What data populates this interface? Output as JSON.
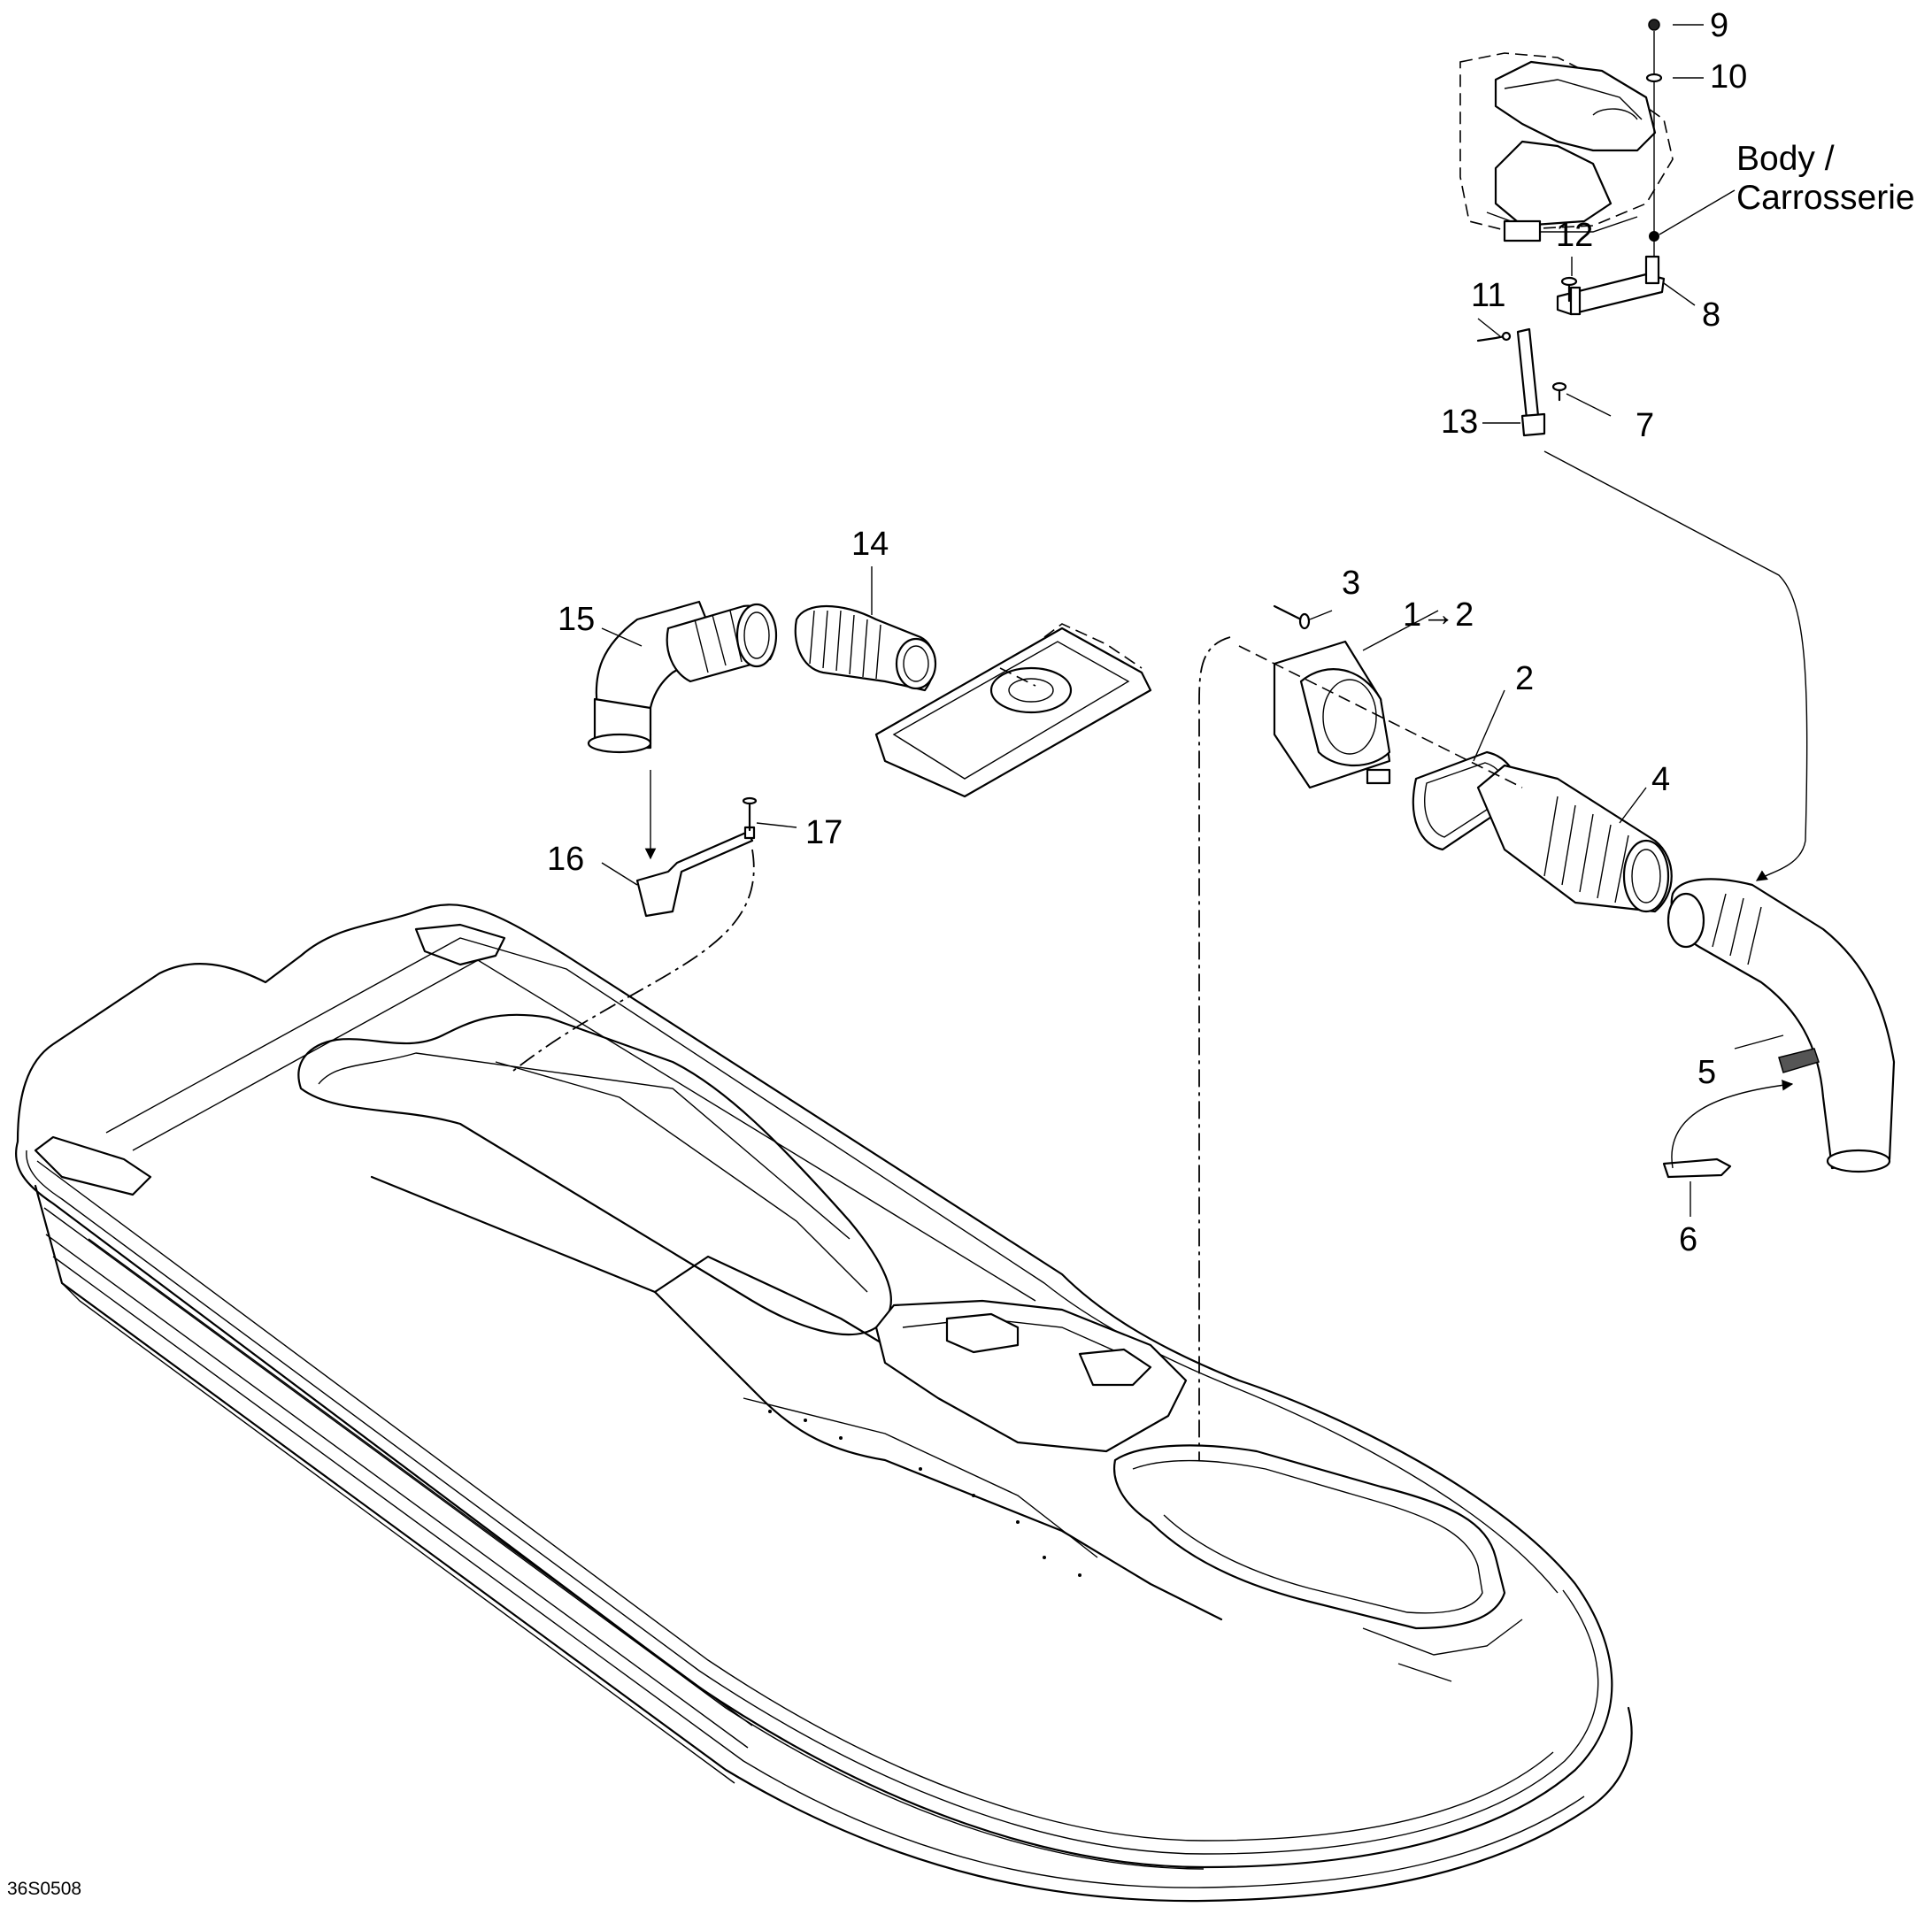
{
  "labels": {
    "p1": "1→2",
    "p2": "2",
    "p3": "3",
    "p4": "4",
    "p5": "5",
    "p6": "6",
    "p7": "7",
    "p8": "8",
    "p9": "9",
    "p10": "10",
    "p11": "11",
    "p12": "12",
    "p13": "13",
    "p14": "14",
    "p15": "15",
    "p16": "16",
    "p17": "17"
  },
  "body_label": "Body /\nCarrosserie",
  "drawing_number": "36S0508"
}
